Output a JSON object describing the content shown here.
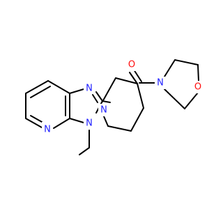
{
  "atoms": {
    "n_imid_top": {
      "label": "N",
      "color": "#2020ff"
    },
    "n_imid_me": {
      "label": "N",
      "color": "#2020ff"
    },
    "n_pyr": {
      "label": "N",
      "color": "#2020ff"
    },
    "n_pip": {
      "label": "N",
      "color": "#2020ff"
    },
    "o_carbonyl": {
      "label": "O",
      "color": "#ff0d0d"
    },
    "n_morph": {
      "label": "N",
      "color": "#2020ff"
    },
    "o_morph": {
      "label": "O",
      "color": "#ff0d0d"
    }
  }
}
